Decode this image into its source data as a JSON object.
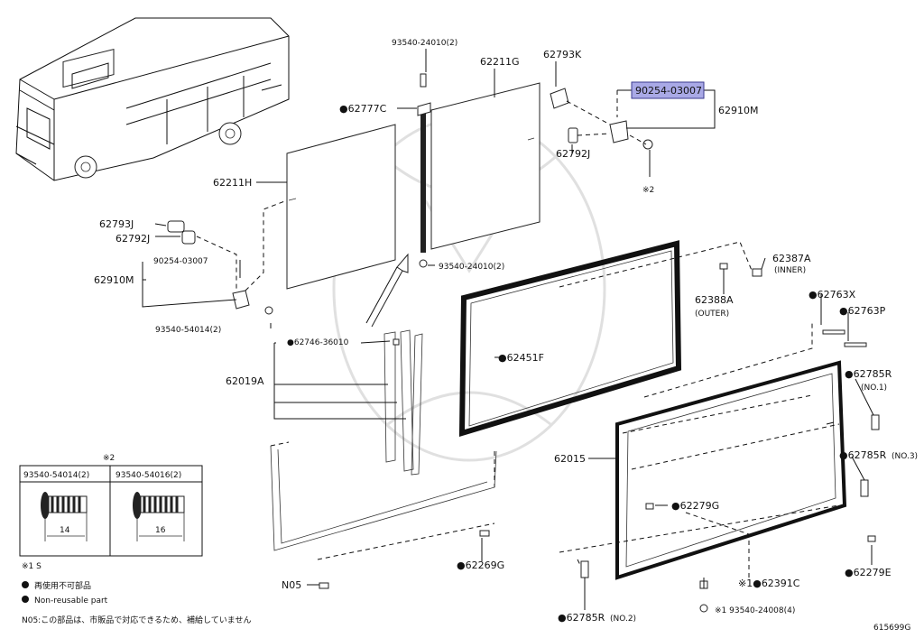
{
  "labels": {
    "screw_top": "93540-24010(2)",
    "glass_right": "62211G",
    "hinge_cover_k": "62793K",
    "bolt_highlight": "90254-03007",
    "hinge_m_right": "62910M",
    "clip_c": "●62777C",
    "cover_j_right": "62792J",
    "note2_ref": "※2",
    "glass_left": "62211H",
    "cover_j3": "62793J",
    "cover_j2": "62792J",
    "bolt_left": "90254-03007",
    "hinge_m_left": "62910M",
    "screw_mid": "93540-24010(2)",
    "screw_bottom_left": "93540-54014(2)",
    "pin_a": "62387A",
    "pin_a_sub": "(INNER)",
    "clip_a": "62388A",
    "clip_a_sub": "(OUTER)",
    "pin_x": "●62763X",
    "pin_p": "●62763P",
    "seal_36010": "●62746-36010",
    "weatherstrip_f": "●62451F",
    "channel_a": "62019A",
    "catch_r1": "●62785R",
    "catch_r1_sub": "(NO.1)",
    "frame": "62015",
    "catch_r3": "●62785R",
    "catch_r3_sub": "(NO.3)",
    "stopper_g": "●62279G",
    "rubber_g": "●62269G",
    "stopper_e": "●62279E",
    "n05": "N05",
    "clip_c2": "※1●62391C",
    "catch_r2": "●62785R",
    "catch_r2_sub": "(NO.2)",
    "screw_bottom": "※1 93540-24008(4)"
  },
  "legend": {
    "title": "※2",
    "col1": "93540-54014(2)",
    "col2": "93540-54016(2)",
    "dim1": "14",
    "dim2": "16",
    "note1": "※1 S",
    "non_reuse_jp": "再使用不可部品",
    "non_reuse_en": "Non-reusable part",
    "n05_note": "N05:この部品は、市販品で対応できるため、補給していません"
  },
  "figure_id": "615699G",
  "colors": {
    "highlight_fill": "#a9a9e6",
    "highlight_border": "#3b3b8f",
    "line": "#111111",
    "watermark": "#dddddd"
  }
}
